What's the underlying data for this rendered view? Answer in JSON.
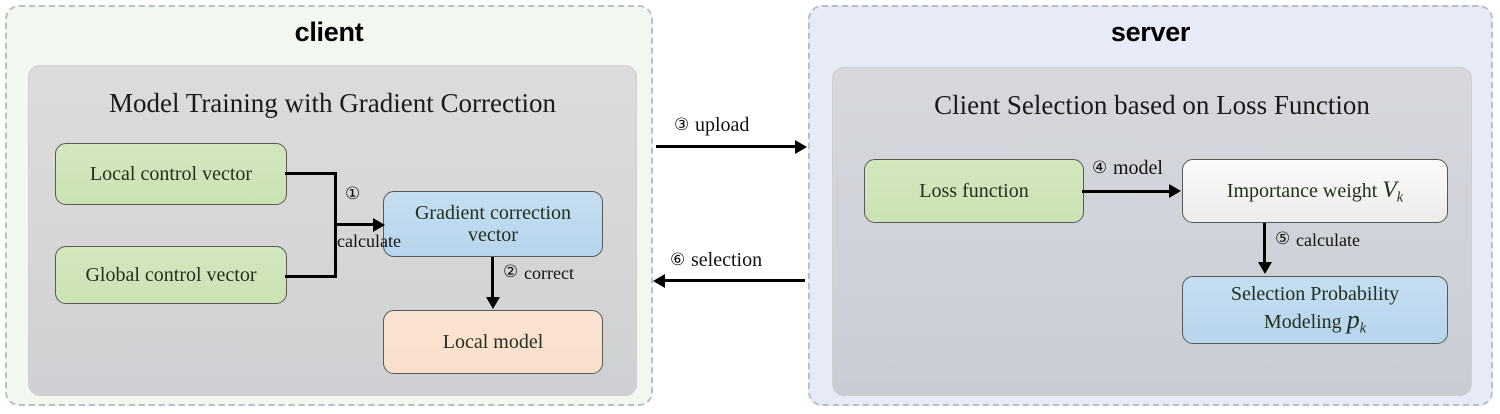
{
  "diagram": {
    "title_client": "client",
    "title_server": "server",
    "panels": [
      {
        "id": "client",
        "label": "client",
        "section_title": "Model Training with Gradient Correction",
        "accent": "#f2f7ef",
        "nodes": [
          {
            "id": "local-control-vector",
            "label": "Local control vector",
            "color": "#d3e7bd"
          },
          {
            "id": "global-control-vector",
            "label": "Global control vector",
            "color": "#d3e7bd"
          },
          {
            "id": "gradient-correction-vector",
            "label": "Gradient correction vector",
            "color": "#c5ddf0"
          },
          {
            "id": "local-model",
            "label": "Local model",
            "color": "#fbe3d3"
          }
        ]
      },
      {
        "id": "server",
        "label": "server",
        "section_title": "Client Selection based on Loss Function",
        "accent": "#e7ebf7",
        "nodes": [
          {
            "id": "loss-function",
            "label": "Loss function",
            "color": "#d3e7bd"
          },
          {
            "id": "importance-weight",
            "label": "Importance weight",
            "symbol": "V",
            "subscript": "k",
            "color": "#fbfbfa"
          },
          {
            "id": "selection-probability",
            "label": "Selection Probability Modeling",
            "symbol": "p",
            "subscript": "k",
            "color": "#c5ddf0"
          }
        ]
      }
    ],
    "edges": [
      {
        "id": "edge-1-calculate",
        "number": "①",
        "label": "calculate",
        "from": "control-vectors",
        "to": "gradient-correction-vector"
      },
      {
        "id": "edge-2-correct",
        "number": "②",
        "label": "correct",
        "from": "gradient-correction-vector",
        "to": "local-model"
      },
      {
        "id": "edge-3-upload",
        "number": "③",
        "label": "upload",
        "from": "client",
        "to": "server"
      },
      {
        "id": "edge-4-model",
        "number": "④",
        "label": "model",
        "from": "loss-function",
        "to": "importance-weight"
      },
      {
        "id": "edge-5-calculate",
        "number": "⑤",
        "label": "calculate",
        "from": "importance-weight",
        "to": "selection-probability"
      },
      {
        "id": "edge-6-selection",
        "number": "⑥",
        "label": "selection",
        "from": "server",
        "to": "client"
      }
    ],
    "edge_text": {
      "e1_num": "①",
      "e1_word": "calculate",
      "e2_num": "②",
      "e2_word": "correct",
      "e3_num": "③",
      "e3_word": "upload",
      "e4_num": "④",
      "e4_word": "model",
      "e5_num": "⑤",
      "e5_word": "calculate",
      "e6_num": "⑥",
      "e6_word": "selection"
    },
    "node_text": {
      "local_control": "Local control vector",
      "global_control": "Global control vector",
      "grad_corr_l1": "Gradient correction",
      "grad_corr_l2": "vector",
      "local_model": "Local model",
      "loss_function": "Loss function",
      "importance_weight": "Importance weight",
      "importance_symbol": "V",
      "importance_sub": "k",
      "selection_l1": "Selection Probability",
      "selection_l2": "Modeling",
      "selection_symbol": "p",
      "selection_sub": "k"
    }
  }
}
